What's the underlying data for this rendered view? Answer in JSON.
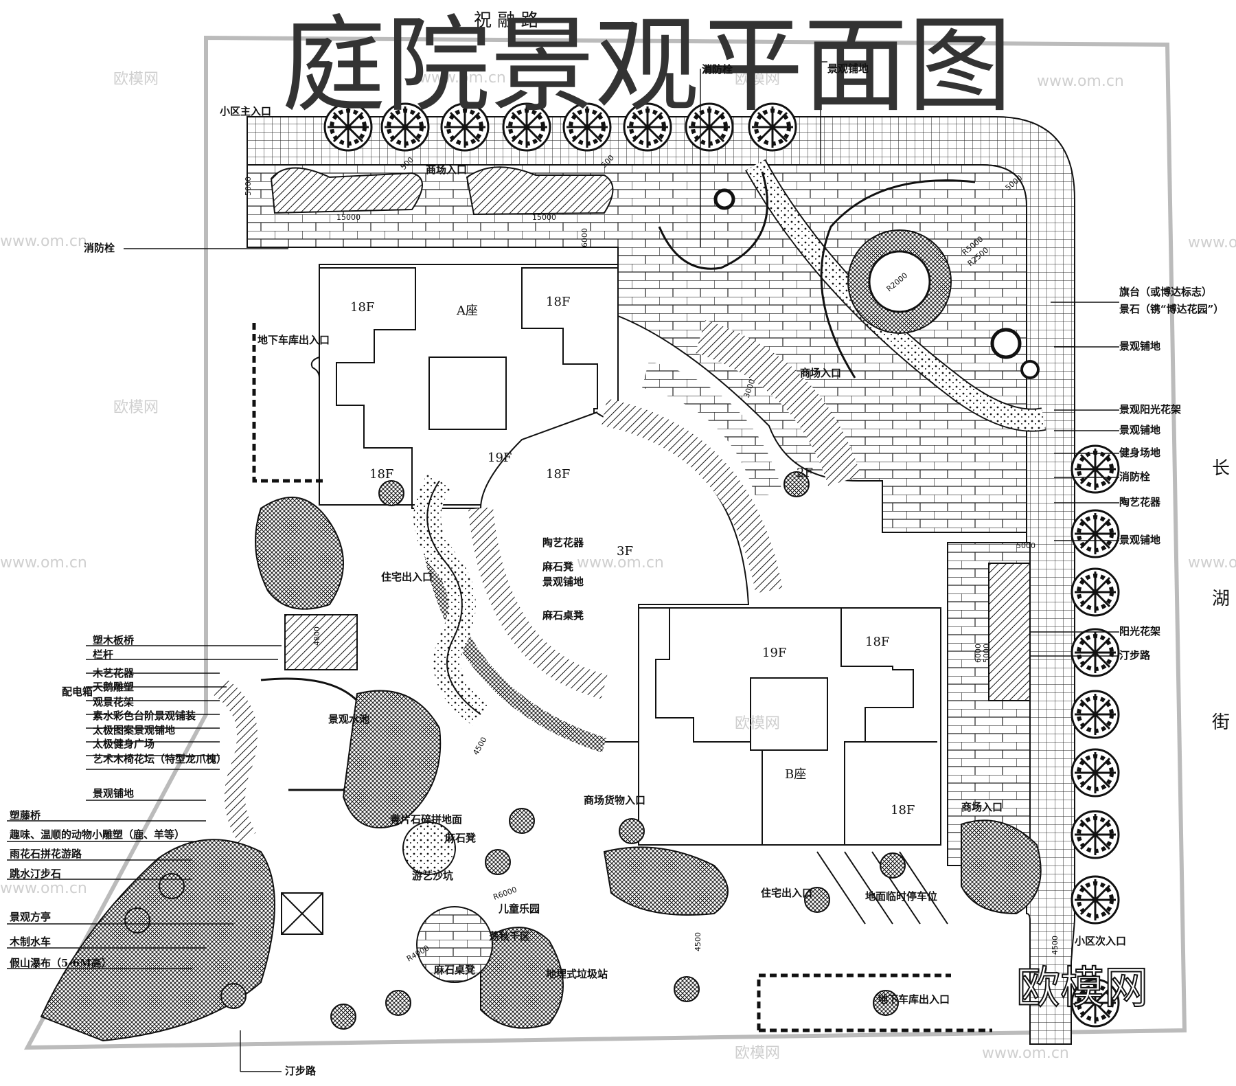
{
  "title": "庭院景观平面图",
  "brand": "欧模网",
  "watermark_site": "www.om.cn",
  "roads": {
    "north": "祝 融 路",
    "east": [
      "长",
      "湖",
      "街"
    ]
  },
  "buildings": {
    "a": {
      "name": "A座",
      "floors": [
        "18F",
        "18F",
        "18F",
        "18F",
        "19F"
      ]
    },
    "b": {
      "name": "B座",
      "floors": [
        "19F",
        "18F",
        "18F"
      ]
    },
    "podium_3f": "3F",
    "podium_2f": "2F"
  },
  "labels_left": [
    "消防栓",
    "地下车库出入口",
    "塑木板桥",
    "栏杆",
    "木艺花器",
    "天鹅雕塑",
    "配电箱",
    "观景花架",
    "素水彩色台阶景观铺装",
    "太极图案景观铺地",
    "太极健身广场",
    "艺术木椅花坛（特型龙爪槐）",
    "景观铺地",
    "塑藤桥",
    "趣味、温顺的动物小雕塑（鹿、羊等）",
    "雨花石拼花游路",
    "跳水汀步石",
    "景观方亭",
    "木制水车",
    "假山瀑布（5-6M高）",
    "汀步路"
  ],
  "labels_right": [
    "旗台（或博达标志）",
    "景石（镌“博达花园”）",
    "景观铺地",
    "景观阳光花架",
    "景观铺地",
    "健身场地",
    "消防栓",
    "陶艺花器",
    "景观铺地",
    "阳光花架",
    "汀步路",
    "小区次入口"
  ],
  "labels_interior": {
    "main_entry": "小区主入口",
    "hydrant_top": "消防栓",
    "paving_top": "景观铺地",
    "mall_entry_top": "商场入口",
    "mall_entry_mid": "商场入口",
    "mall_entry_right": "商场入口",
    "res_exit_left": "住宅出入口",
    "res_exit_bottom": "住宅出入口",
    "pottery": "陶艺花器",
    "stone_bench": "麻石凳",
    "paving_mid": "景观铺地",
    "stone_table": "麻石桌凳",
    "water_pool": "景观水池",
    "cargo_entry": "商场货物入口",
    "parking": "地面临时停车位",
    "slate_paving": "青片石碎拼地面",
    "stone_stool": "麻石凳",
    "sandpit": "游艺沙坑",
    "kids_park": "儿童乐园",
    "swing_area": "荡秋千区",
    "stone_table_bottom": "麻石桌凳",
    "garbage": "地埋式垃圾站",
    "garage_bottom": "地下车库出入口"
  },
  "dimensions": [
    "15000",
    "15000",
    "5000",
    "6000",
    "500",
    "500",
    "3000",
    "4800",
    "4500",
    "4500",
    "4500",
    "5000",
    "6000",
    "5000",
    "R4000",
    "R6000",
    "R2000",
    "R5000",
    "R2500",
    "5000"
  ]
}
